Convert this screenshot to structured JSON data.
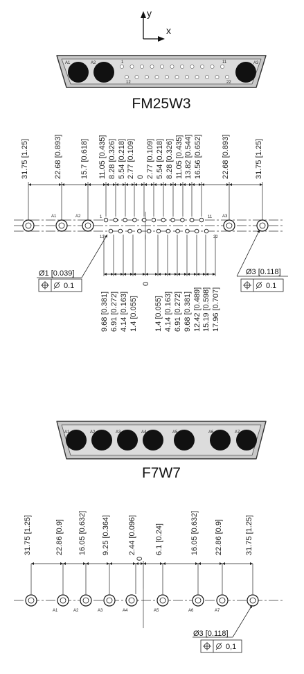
{
  "axes": {
    "y": "y",
    "x": "x"
  },
  "connector1": {
    "title": "FM25W3",
    "face_labels": {
      "A1": "A1",
      "A2": "A2",
      "A3": "A3",
      "p1": "1",
      "p11": "11",
      "p12": "12",
      "p22": "22"
    },
    "top_dims": [
      "31.75 [1.25]",
      "22.68 [0.893]",
      "15.7 [0.618]",
      "11.05 [0.435]",
      "8.28 [0.326]",
      "5.54 [0.218]",
      "2.77 [0.109]",
      "0",
      "2.77 [0.109]",
      "5.54 [0.218]",
      "8.28 [0.326]",
      "11.05 [0.435]",
      "13.82 [0.544]",
      "16.56 [0.652]",
      "22.68 [0.893]",
      "31.75 [1.25]"
    ],
    "bottom_dims": [
      "9.68 [0.381]",
      "6.91 [0.272]",
      "4.14 [0.163]",
      "1.4 [0.055]",
      "0",
      "1.4 [0.055]",
      "4.14 [0.163]",
      "6.91 [0.272]",
      "9.68 [0.381]",
      "12.42 [0.489]",
      "15.19 [0.598]",
      "17.96 [0.707]"
    ],
    "drawing_labels": {
      "A1": "A1",
      "A2": "A2",
      "A3": "A3",
      "p1": "1",
      "p11": "11",
      "p12": "12",
      "p22": "22"
    },
    "hole_small": {
      "diameter": "Ø1 [0.039]",
      "tol": "0.1"
    },
    "hole_large": {
      "diameter": "Ø3 [0.118]",
      "tol": "0.1"
    }
  },
  "connector2": {
    "title": "F7W7",
    "face_labels": [
      "A1",
      "A2",
      "A3",
      "A4",
      "A5",
      "A6",
      "A7"
    ],
    "top_dims": [
      "31.75 [1.25]",
      "22.86 [0.9]",
      "16.05 [0.632]",
      "9.25 [0.364]",
      "2.44 [0.096]",
      "0",
      "6.1 [0.24]",
      "16.05 [0.632]",
      "22.86 [0.9]",
      "31.75 [1.25]"
    ],
    "drawing_labels": [
      "A1",
      "A2",
      "A3",
      "A4",
      "A5",
      "A6",
      "A7"
    ],
    "hole": {
      "diameter": "Ø3 [0.118]",
      "tol": "0,1"
    }
  }
}
